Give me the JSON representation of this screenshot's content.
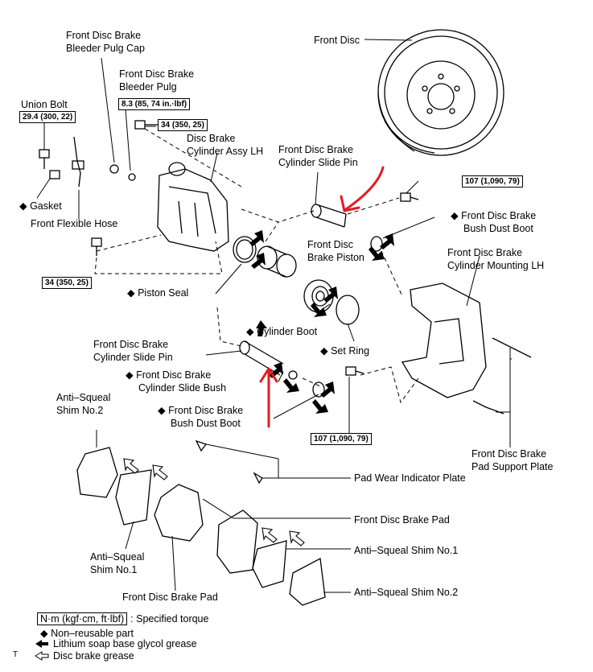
{
  "labels": {
    "bleeder_cap": [
      "Front Disc Brake",
      "Bleeder Pulg Cap"
    ],
    "bleeder_plug": [
      "Front Disc Brake",
      "Bleeder Pulg"
    ],
    "union_bolt": "Union Bolt",
    "gasket": "◆ Gasket",
    "flexible_hose": "Front Flexible Hose",
    "cylinder_assy": [
      "Disc Brake",
      "Cylinder Assy LH"
    ],
    "slide_pin_top": [
      "Front Disc Brake",
      "Cylinder Slide Pin"
    ],
    "front_disc": "Front Disc",
    "piston": [
      "Front Disc",
      "Brake Piston"
    ],
    "bush_dust_boot_top": [
      "◆ Front Disc Brake",
      "Bush Dust Boot"
    ],
    "mounting": [
      "Front Disc Brake",
      "Cylinder Mounting LH"
    ],
    "piston_seal": "◆ Piston Seal",
    "cylinder_boot": "◆ Cylinder Boot",
    "set_ring": "◆ Set Ring",
    "slide_pin_bottom": [
      "Front Disc Brake",
      "Cylinder Slide Pin"
    ],
    "slide_bush": [
      "◆ Front Disc Brake",
      "Cylinder Slide Bush"
    ],
    "bush_dust_boot_bottom": [
      "◆ Front Disc Brake",
      "Bush Dust Boot"
    ],
    "shim2_left": [
      "Anti–Squeal",
      "Shim No.2"
    ],
    "shim1_left": [
      "Anti–Squeal",
      "Shim No.1"
    ],
    "pad_support": [
      "Front Disc Brake",
      "Pad Support Plate"
    ],
    "pad_wear": "Pad Wear Indicator Plate",
    "pad_right": "Front Disc Brake Pad",
    "shim1_right": "Anti–Squeal Shim No.1",
    "shim2_right": "Anti–Squeal Shim No.2",
    "pad_bottom": "Front Disc Brake Pad"
  },
  "torques": {
    "union_bolt": "29.4 (300, 22)",
    "bleeder_plug": "8.3 (85, 74 in.·lbf)",
    "cylinder_bolt_top": "34 (350, 25)",
    "cylinder_bolt_left": "34 (350, 25)",
    "mounting_top": "107 (1,090, 79)",
    "mounting_bottom": "107 (1,090, 79)"
  },
  "legend": {
    "unit_box": "N·m (kgf·cm, ft·lbf)",
    "unit_text": ": Specified torque",
    "non_reusable": "◆ Non–reusable part",
    "lithium": "Lithium soap base glycol grease",
    "disc_grease": "Disc brake grease",
    "corner_mark": "T"
  },
  "colors": {
    "annotation_red": "#e31b23"
  }
}
